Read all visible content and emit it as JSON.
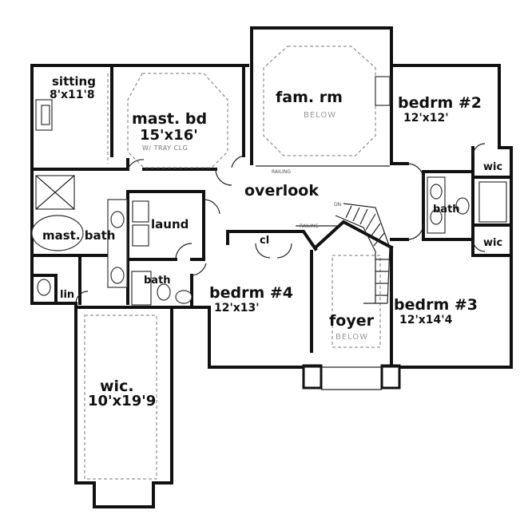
{
  "rooms": {
    "sitting": {
      "name": "sitting",
      "size": "8'x11'8"
    },
    "master_bedroom": {
      "name": "mast. bd",
      "size": "15'x16'",
      "note": "W/ TRAY CLG"
    },
    "family_room": {
      "name": "fam. rm",
      "note": "BELOW"
    },
    "bedroom2": {
      "name": "bedrm #2",
      "size": "12'x12'"
    },
    "wic_upper": {
      "name": "wic"
    },
    "bath_right": {
      "name": "bath"
    },
    "wic_lower": {
      "name": "wic"
    },
    "overlook": {
      "name": "overlook"
    },
    "master_bath": {
      "name": "mast. bath"
    },
    "laundry": {
      "name": "laund"
    },
    "closet": {
      "name": "cl"
    },
    "bath_center": {
      "name": "bath"
    },
    "linen": {
      "name": "lin"
    },
    "bedroom4": {
      "name": "bedrm #4",
      "size": "12'x13'"
    },
    "foyer": {
      "name": "foyer",
      "note": "BELOW"
    },
    "bedroom3": {
      "name": "bedrm #3",
      "size": "12'x14'4"
    },
    "walk_in_closet": {
      "name": "wic.",
      "size": "10'x19'9"
    }
  },
  "annotations": {
    "railing_top": "RAILING",
    "railing_stair": "RAILING",
    "stair_dn": "DN"
  }
}
